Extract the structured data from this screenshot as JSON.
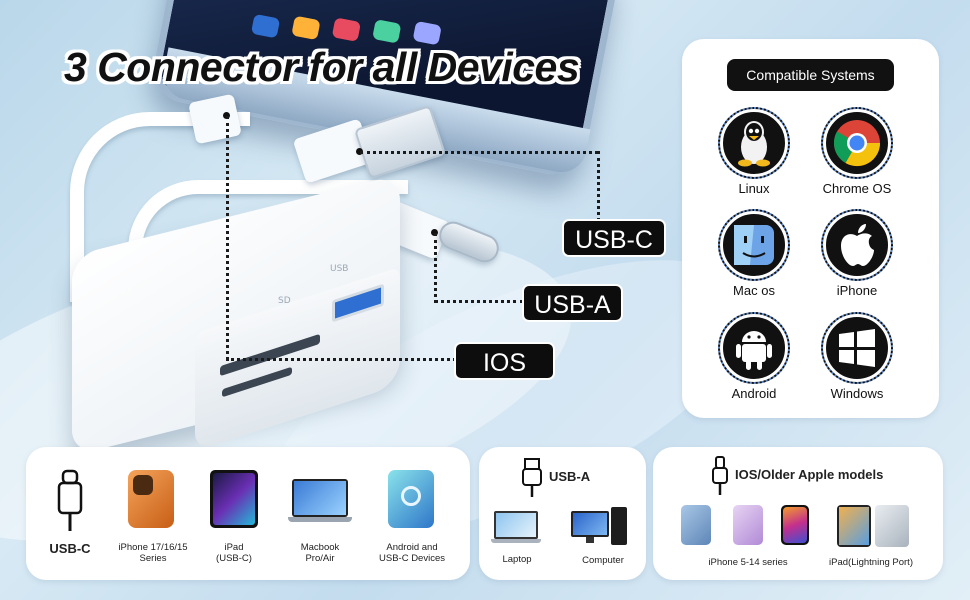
{
  "headline": "3 Connector for all Devices",
  "callouts": {
    "usbc": "USB-C",
    "usba": "USB-A",
    "ios": "IOS"
  },
  "hub_labels": {
    "usb": "USB",
    "sd": "SD"
  },
  "compatible_systems": {
    "title": "Compatible Systems",
    "items": [
      {
        "name": "Linux",
        "icon": "tux-penguin-icon"
      },
      {
        "name": "Chrome OS",
        "icon": "chrome-icon"
      },
      {
        "name": "Mac os",
        "icon": "finder-face-icon"
      },
      {
        "name": "iPhone",
        "icon": "apple-icon"
      },
      {
        "name": "Android",
        "icon": "android-robot-icon"
      },
      {
        "name": "Windows",
        "icon": "windows-logo-icon"
      }
    ]
  },
  "usb_c_panel": {
    "label": "USB-C",
    "devices": [
      {
        "line1": "iPhone 17/16/15",
        "line2": "Series"
      },
      {
        "line1": "iPad",
        "line2": "(USB-C)"
      },
      {
        "line1": "Macbook",
        "line2": "Pro/Air"
      },
      {
        "line1": "Android and",
        "line2": "USB-C Devices"
      }
    ]
  },
  "usb_a_panel": {
    "label": "USB-A",
    "devices": [
      "Laptop",
      "Computer"
    ]
  },
  "ios_panel": {
    "label": "IOS/Older Apple models",
    "devices": [
      "iPhone 5-14 series",
      "iPad(Lightning Port)"
    ]
  },
  "colors": {
    "background": "#c3dcee",
    "callout_bg": "#0d0d0d",
    "usb_port_blue": "#2f6fd1",
    "dotted_ring": "#5a86c7"
  }
}
